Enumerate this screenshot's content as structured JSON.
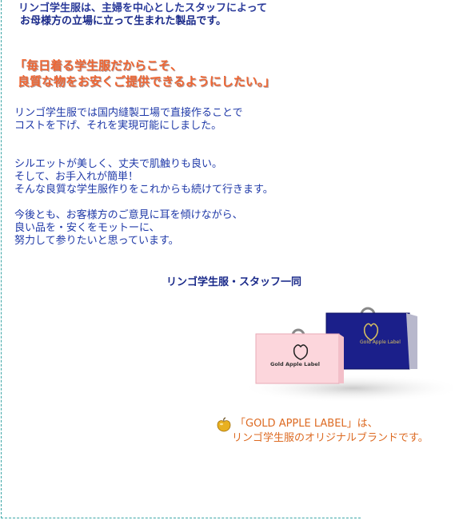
{
  "intro": {
    "line1": "リンゴ学生服は、主婦を中心としたスタッフによって",
    "line2": "お母様方の立場に立って生まれた製品です。"
  },
  "slogan": {
    "line1": "「毎日着る学生服だからこそ、",
    "line2": "良質な物をお安くご提供できるようにしたい。」"
  },
  "paragraph1": {
    "line1": "リンゴ学生服では国内縫製工場で直接作ることで",
    "line2": "コストを下げ、それを実現可能にしました。"
  },
  "paragraph2": {
    "line1": "シルエットが美しく、丈夫で肌触りも良い。",
    "line2": "そして、お手入れが簡単！",
    "line3": "そんな良質な学生服作りをこれからも続けて行きます。"
  },
  "paragraph3": {
    "line1": "今後とも、お客様方のご意見に耳を傾けながら、",
    "line2": "良い品を・安くをモットーに、",
    "line3": "努力して参りたいと思っています。"
  },
  "signature": "リンゴ学生服・スタッフ一同",
  "bags": {
    "front_label": "Gold Apple Label",
    "back_label": "Gold Apple Label",
    "front_color": "#fcd6dc",
    "back_color": "#1b1f8a"
  },
  "brand_note": {
    "icon": "gold-apple-icon",
    "line1": "「GOLD APPLE LABEL」は、",
    "line2": "リンゴ学生服のオリジナルブランドです。"
  }
}
